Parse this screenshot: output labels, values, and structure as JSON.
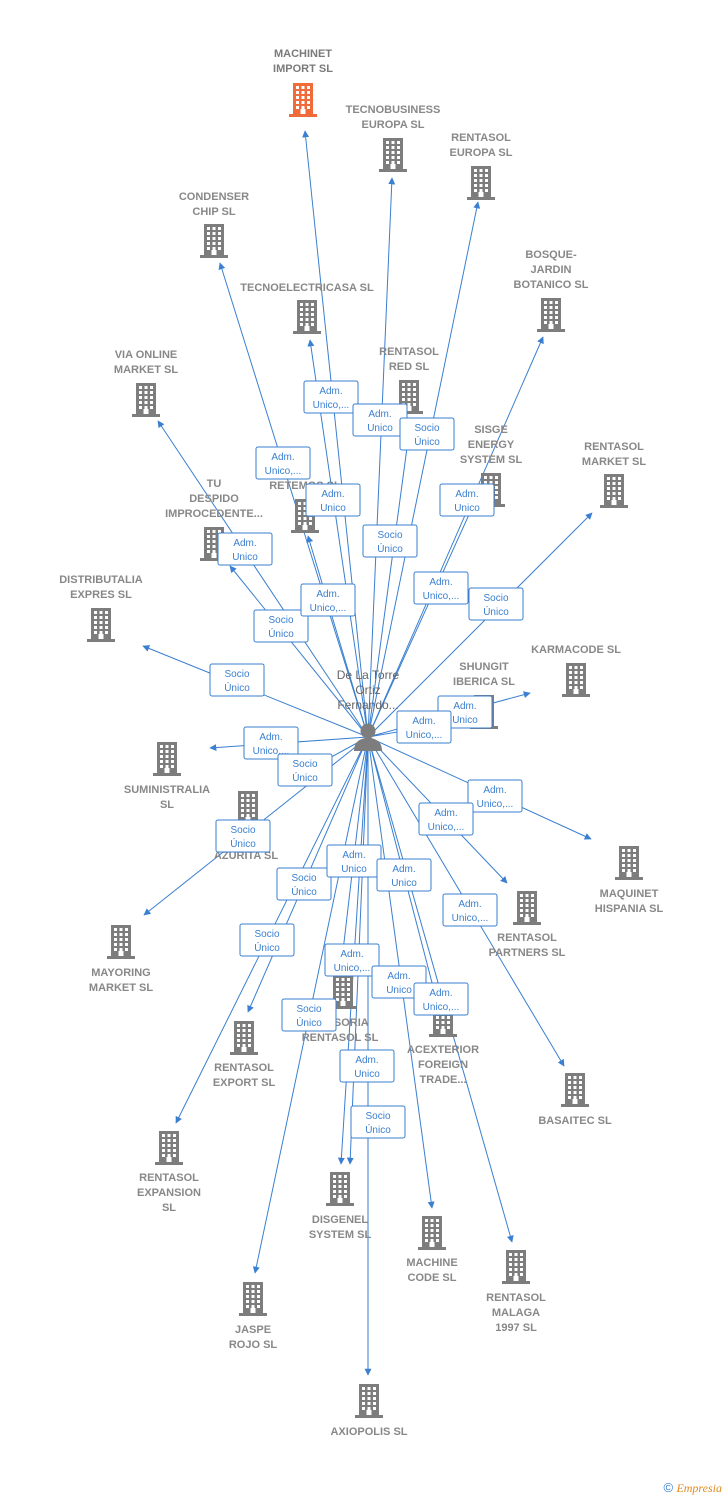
{
  "colors": {
    "edge": "#3a7fd0",
    "building": "#7d7d7d",
    "highlight": "#f06a3a",
    "person": "#7d7d7d"
  },
  "center": {
    "label": [
      "De La Torre",
      "Ortiz",
      "Fernando..."
    ],
    "icon": "person-icon"
  },
  "companies": [
    {
      "id": "machinet",
      "label": [
        "MACHINET",
        "IMPORT  SL"
      ],
      "highlight": true
    },
    {
      "id": "tecnobusiness",
      "label": [
        "TECNOBUSINESS",
        "EUROPA SL"
      ]
    },
    {
      "id": "rentasol_europa",
      "label": [
        "RENTASOL",
        "EUROPA  SL"
      ]
    },
    {
      "id": "condenser",
      "label": [
        "CONDENSER",
        "CHIP SL"
      ]
    },
    {
      "id": "bosque",
      "label": [
        "BOSQUE-",
        "JARDIN",
        "BOTANICO SL"
      ]
    },
    {
      "id": "tecnoelectricasa",
      "label": [
        "TECNOELECTRICASA SL"
      ]
    },
    {
      "id": "via_online",
      "label": [
        "VIA ONLINE",
        "MARKET SL"
      ]
    },
    {
      "id": "rentasol_red",
      "label": [
        "RENTASOL",
        "RED  SL"
      ]
    },
    {
      "id": "sisge",
      "label": [
        "SISGE",
        "ENERGY",
        "SYSTEM  SL"
      ]
    },
    {
      "id": "rentasol_market",
      "label": [
        "RENTASOL",
        "MARKET  SL"
      ]
    },
    {
      "id": "tu_despido",
      "label": [
        "TU",
        "DESPIDO",
        "IMPROCEDENTE..."
      ]
    },
    {
      "id": "retemos",
      "label": [
        "RETEMOS  SL"
      ]
    },
    {
      "id": "distributalia",
      "label": [
        "DISTRIBUTALIA",
        "EXPRES  SL"
      ]
    },
    {
      "id": "karmacode",
      "label": [
        "KARMACODE SL"
      ]
    },
    {
      "id": "shungit",
      "label": [
        "SHUNGIT",
        "IBERICA  SL"
      ]
    },
    {
      "id": "suministralia",
      "label": [
        "SUMINISTRALIA",
        "SL"
      ]
    },
    {
      "id": "azurita",
      "label": [
        "AZURITA  SL"
      ]
    },
    {
      "id": "maquinet",
      "label": [
        "MAQUINET",
        "HISPANIA  SL"
      ]
    },
    {
      "id": "mayoring",
      "label": [
        "MAYORING",
        "MARKET  SL"
      ]
    },
    {
      "id": "rentasol_partners",
      "label": [
        "RENTASOL",
        "PARTNERS  SL"
      ]
    },
    {
      "id": "asesoria",
      "label": [
        "ASESORIA",
        "RENTASOL SL"
      ]
    },
    {
      "id": "acexterior",
      "label": [
        "ACEXTERIOR",
        "FOREIGN",
        "TRADE..."
      ]
    },
    {
      "id": "rentasol_export",
      "label": [
        "RENTASOL",
        "EXPORT  SL"
      ]
    },
    {
      "id": "basaitec",
      "label": [
        "BASAITEC  SL"
      ]
    },
    {
      "id": "rentasol_expansion",
      "label": [
        "RENTASOL",
        "EXPANSION",
        "SL"
      ]
    },
    {
      "id": "disgenel",
      "label": [
        "DISGENEL",
        "SYSTEM  SL"
      ]
    },
    {
      "id": "machine_code",
      "label": [
        "MACHINE",
        "CODE SL"
      ]
    },
    {
      "id": "rentasol_malaga",
      "label": [
        "RENTASOL",
        "MALAGA",
        "1997  SL"
      ]
    },
    {
      "id": "jaspe",
      "label": [
        "JASPE",
        "ROJO  SL"
      ]
    },
    {
      "id": "axiopolis",
      "label": [
        "AXIOPOLIS SL"
      ]
    }
  ],
  "relations": [
    {
      "target": "machinet",
      "label": [
        "Adm.",
        "Unico,..."
      ]
    },
    {
      "target": "tecnobusiness",
      "label": [
        "Adm.",
        "Unico"
      ]
    },
    {
      "target": "rentasol_europa",
      "label": [
        "Socio",
        "Único"
      ]
    },
    {
      "target": "condenser",
      "label": [
        "Adm.",
        "Unico,..."
      ]
    },
    {
      "target": "tecnoelectricasa",
      "label": [
        "Adm.",
        "Unico"
      ]
    },
    {
      "target": "rentasol_red",
      "label": [
        "Socio",
        "Único"
      ]
    },
    {
      "target": "sisge",
      "label": [
        "Adm.",
        "Unico"
      ]
    },
    {
      "target": "via_online",
      "label": [
        "Adm.",
        "Unico"
      ]
    },
    {
      "target": "tu_despido",
      "label": [
        "Socio",
        "Único"
      ]
    },
    {
      "target": "retemos",
      "label": [
        "Adm.",
        "Unico,..."
      ]
    },
    {
      "target": "bosque",
      "label": [
        "Adm.",
        "Unico,..."
      ]
    },
    {
      "target": "rentasol_market",
      "label": [
        "Socio",
        "Único"
      ]
    },
    {
      "target": "distributalia",
      "label": [
        "Socio",
        "Único"
      ]
    },
    {
      "target": "karmacode",
      "label": [
        "Adm.",
        "Unico"
      ]
    },
    {
      "target": "shungit",
      "label": [
        "Adm.",
        "Unico,..."
      ]
    },
    {
      "target": "suministralia",
      "label": [
        "Adm.",
        "Unico,..."
      ]
    },
    {
      "target": "azurita",
      "label": [
        "Socio",
        "Único"
      ]
    },
    {
      "target": "maquinet",
      "label": [
        "Adm.",
        "Unico,..."
      ]
    },
    {
      "target": "rentasol_partners",
      "label": [
        "Socio",
        "Único"
      ]
    },
    {
      "target": "mayoring",
      "label": [
        "Adm.",
        "Unico,..."
      ]
    },
    {
      "target": "rentasol_export",
      "label": [
        "Socio",
        "Único"
      ]
    },
    {
      "target": "rentasol_expansion",
      "label": [
        "Socio",
        "Único"
      ]
    },
    {
      "target": "asesoria",
      "label": [
        "Adm.",
        "Unico"
      ]
    },
    {
      "target": "acexterior",
      "label": [
        "Adm.",
        "Unico"
      ]
    },
    {
      "target": "basaitec",
      "label": [
        "Adm.",
        "Unico,..."
      ]
    },
    {
      "target": "disgenel",
      "label": [
        "Adm.",
        "Unico,..."
      ]
    },
    {
      "target": "machine_code",
      "label": [
        "Adm.",
        "Unico"
      ]
    },
    {
      "target": "rentasol_malaga",
      "label": [
        "Adm.",
        "Unico,..."
      ]
    },
    {
      "target": "jaspe",
      "label": [
        "Socio",
        "Único"
      ]
    },
    {
      "target": "axiopolis",
      "label": [
        "Adm.",
        "Unico"
      ]
    },
    {
      "target": "disgenel",
      "label": [
        "Socio",
        "Único"
      ]
    }
  ],
  "footer": {
    "copyright_symbol": "©",
    "brand": "Empresia"
  }
}
